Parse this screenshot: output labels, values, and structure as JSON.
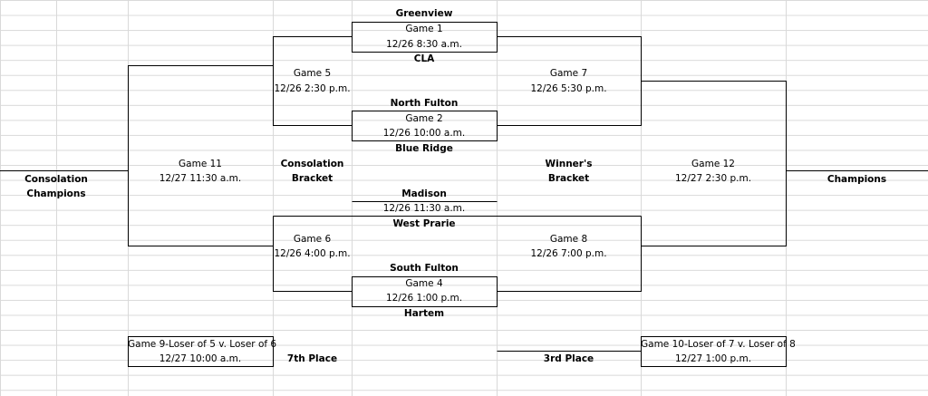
{
  "teams": {
    "greenview": "Greenview",
    "cla": "CLA",
    "north_fulton": "North Fulton",
    "blue_ridge": "Blue Ridge",
    "madison": "Madison",
    "west_prarie": "West Prarie",
    "south_fulton": "South Fulton",
    "hartem": "Hartem"
  },
  "games": {
    "g1": {
      "label": "Game 1",
      "time": "12/26 8:30 a.m."
    },
    "g2": {
      "label": "Game 2",
      "time": "12/26 10:00 a.m."
    },
    "g3": {
      "time": "12/26 11:30 a.m."
    },
    "g4": {
      "label": "Game 4",
      "time": "12/26 1:00 p.m."
    },
    "g5": {
      "label": "Game 5",
      "time": "12/26 2:30 p.m."
    },
    "g6": {
      "label": "Game 6",
      "time": "12/26 4:00 p.m."
    },
    "g7": {
      "label": "Game 7",
      "time": "12/26 5:30 p.m."
    },
    "g8": {
      "label": "Game 8",
      "time": "12/26 7:00 p.m."
    },
    "g9": {
      "label": "Game 9-Loser of 5 v. Loser of 6",
      "time": "12/27 10:00 a.m."
    },
    "g10": {
      "label": "Game 10-Loser of 7 v. Loser of 8",
      "time": "12/27 1:00 p.m."
    },
    "g11": {
      "label": "Game 11",
      "time": "12/27 11:30 a.m."
    },
    "g12": {
      "label": "Game 12",
      "time": "12/27 2:30 p.m."
    }
  },
  "labels": {
    "consolation_bracket_1": "Consolation",
    "consolation_bracket_2": "Bracket",
    "winners_bracket_1": "Winner's",
    "winners_bracket_2": "Bracket",
    "consolation_champions_1": "Consolation",
    "consolation_champions_2": "Champions",
    "champions": "Champions",
    "seventh_place": "7th Place",
    "third_place": "3rd Place"
  }
}
